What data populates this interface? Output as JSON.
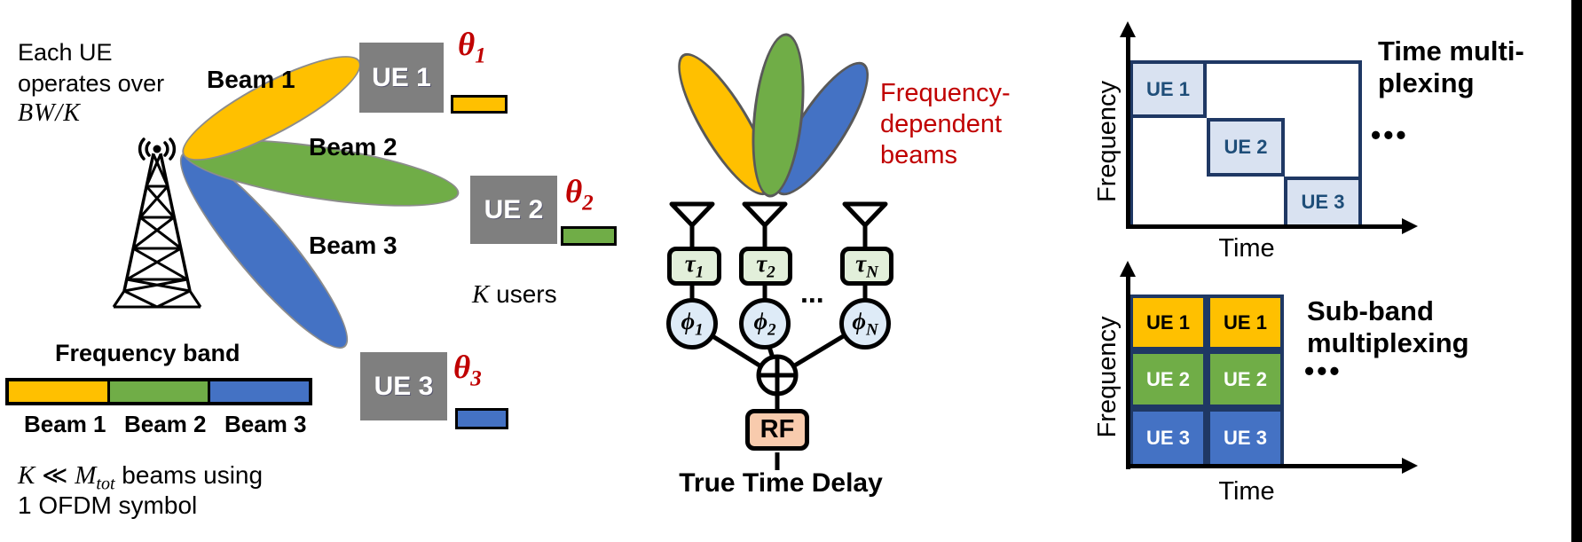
{
  "colors": {
    "gold": "#FFC000",
    "green": "#70AD47",
    "blue": "#4472C4",
    "navy_border": "#1F3864",
    "light_cell_blue": "#D9E2F1",
    "ue_gray": "#7F7F7F",
    "red_accent": "#C00000",
    "tau_fill": "#E2EFDA",
    "phi_fill": "#DEEBF7",
    "rf_fill": "#F8CBAD"
  },
  "left_panel": {
    "note_line1": "Each UE",
    "note_line2": "operates over",
    "note_math": "BW/K",
    "beam_callouts": [
      "Beam 1",
      "Beam 2",
      "Beam 3"
    ],
    "ues": [
      {
        "label": "UE 1",
        "theta": "θ",
        "sub": "1"
      },
      {
        "label": "UE 2",
        "theta": "θ",
        "sub": "2"
      },
      {
        "label": "UE 3",
        "theta": "θ",
        "sub": "3"
      }
    ],
    "k_users": {
      "k": "K",
      "rest": "users"
    },
    "freq_band": {
      "title": "Frequency band",
      "segment_labels": [
        "Beam 1",
        "Beam 2",
        "Beam 3"
      ]
    },
    "caption": {
      "k": "K",
      "rel": "≪",
      "m": "M",
      "m_sub": "tot",
      "rest": "beams using",
      "line2": "1 OFDM symbol"
    }
  },
  "middle_panel": {
    "red_label_lines": [
      "Frequency-",
      "dependent",
      "beams"
    ],
    "delays": [
      {
        "base": "τ",
        "sub": "1"
      },
      {
        "base": "τ",
        "sub": "2"
      },
      {
        "base": "τ",
        "sub": "N"
      }
    ],
    "phases": [
      {
        "base": "ϕ",
        "sub": "1"
      },
      {
        "base": "ϕ",
        "sub": "2"
      },
      {
        "base": "ϕ",
        "sub": "N"
      }
    ],
    "dots": "...",
    "rf_label": "RF",
    "caption": "True Time Delay"
  },
  "right_panel": {
    "top_chart": {
      "title_lines": [
        "Time multi-",
        "plexing"
      ],
      "dots": "•••",
      "ylabel": "Frequency",
      "xlabel": "Time",
      "cells": [
        "UE 1",
        "UE 2",
        "UE 3"
      ]
    },
    "bottom_chart": {
      "title_lines": [
        "Sub-band",
        "multiplexing"
      ],
      "dots": "•••",
      "ylabel": "Frequency",
      "xlabel": "Time",
      "cells": [
        [
          "UE 1",
          "UE 1"
        ],
        [
          "UE 2",
          "UE 2"
        ],
        [
          "UE 3",
          "UE 3"
        ]
      ]
    }
  }
}
